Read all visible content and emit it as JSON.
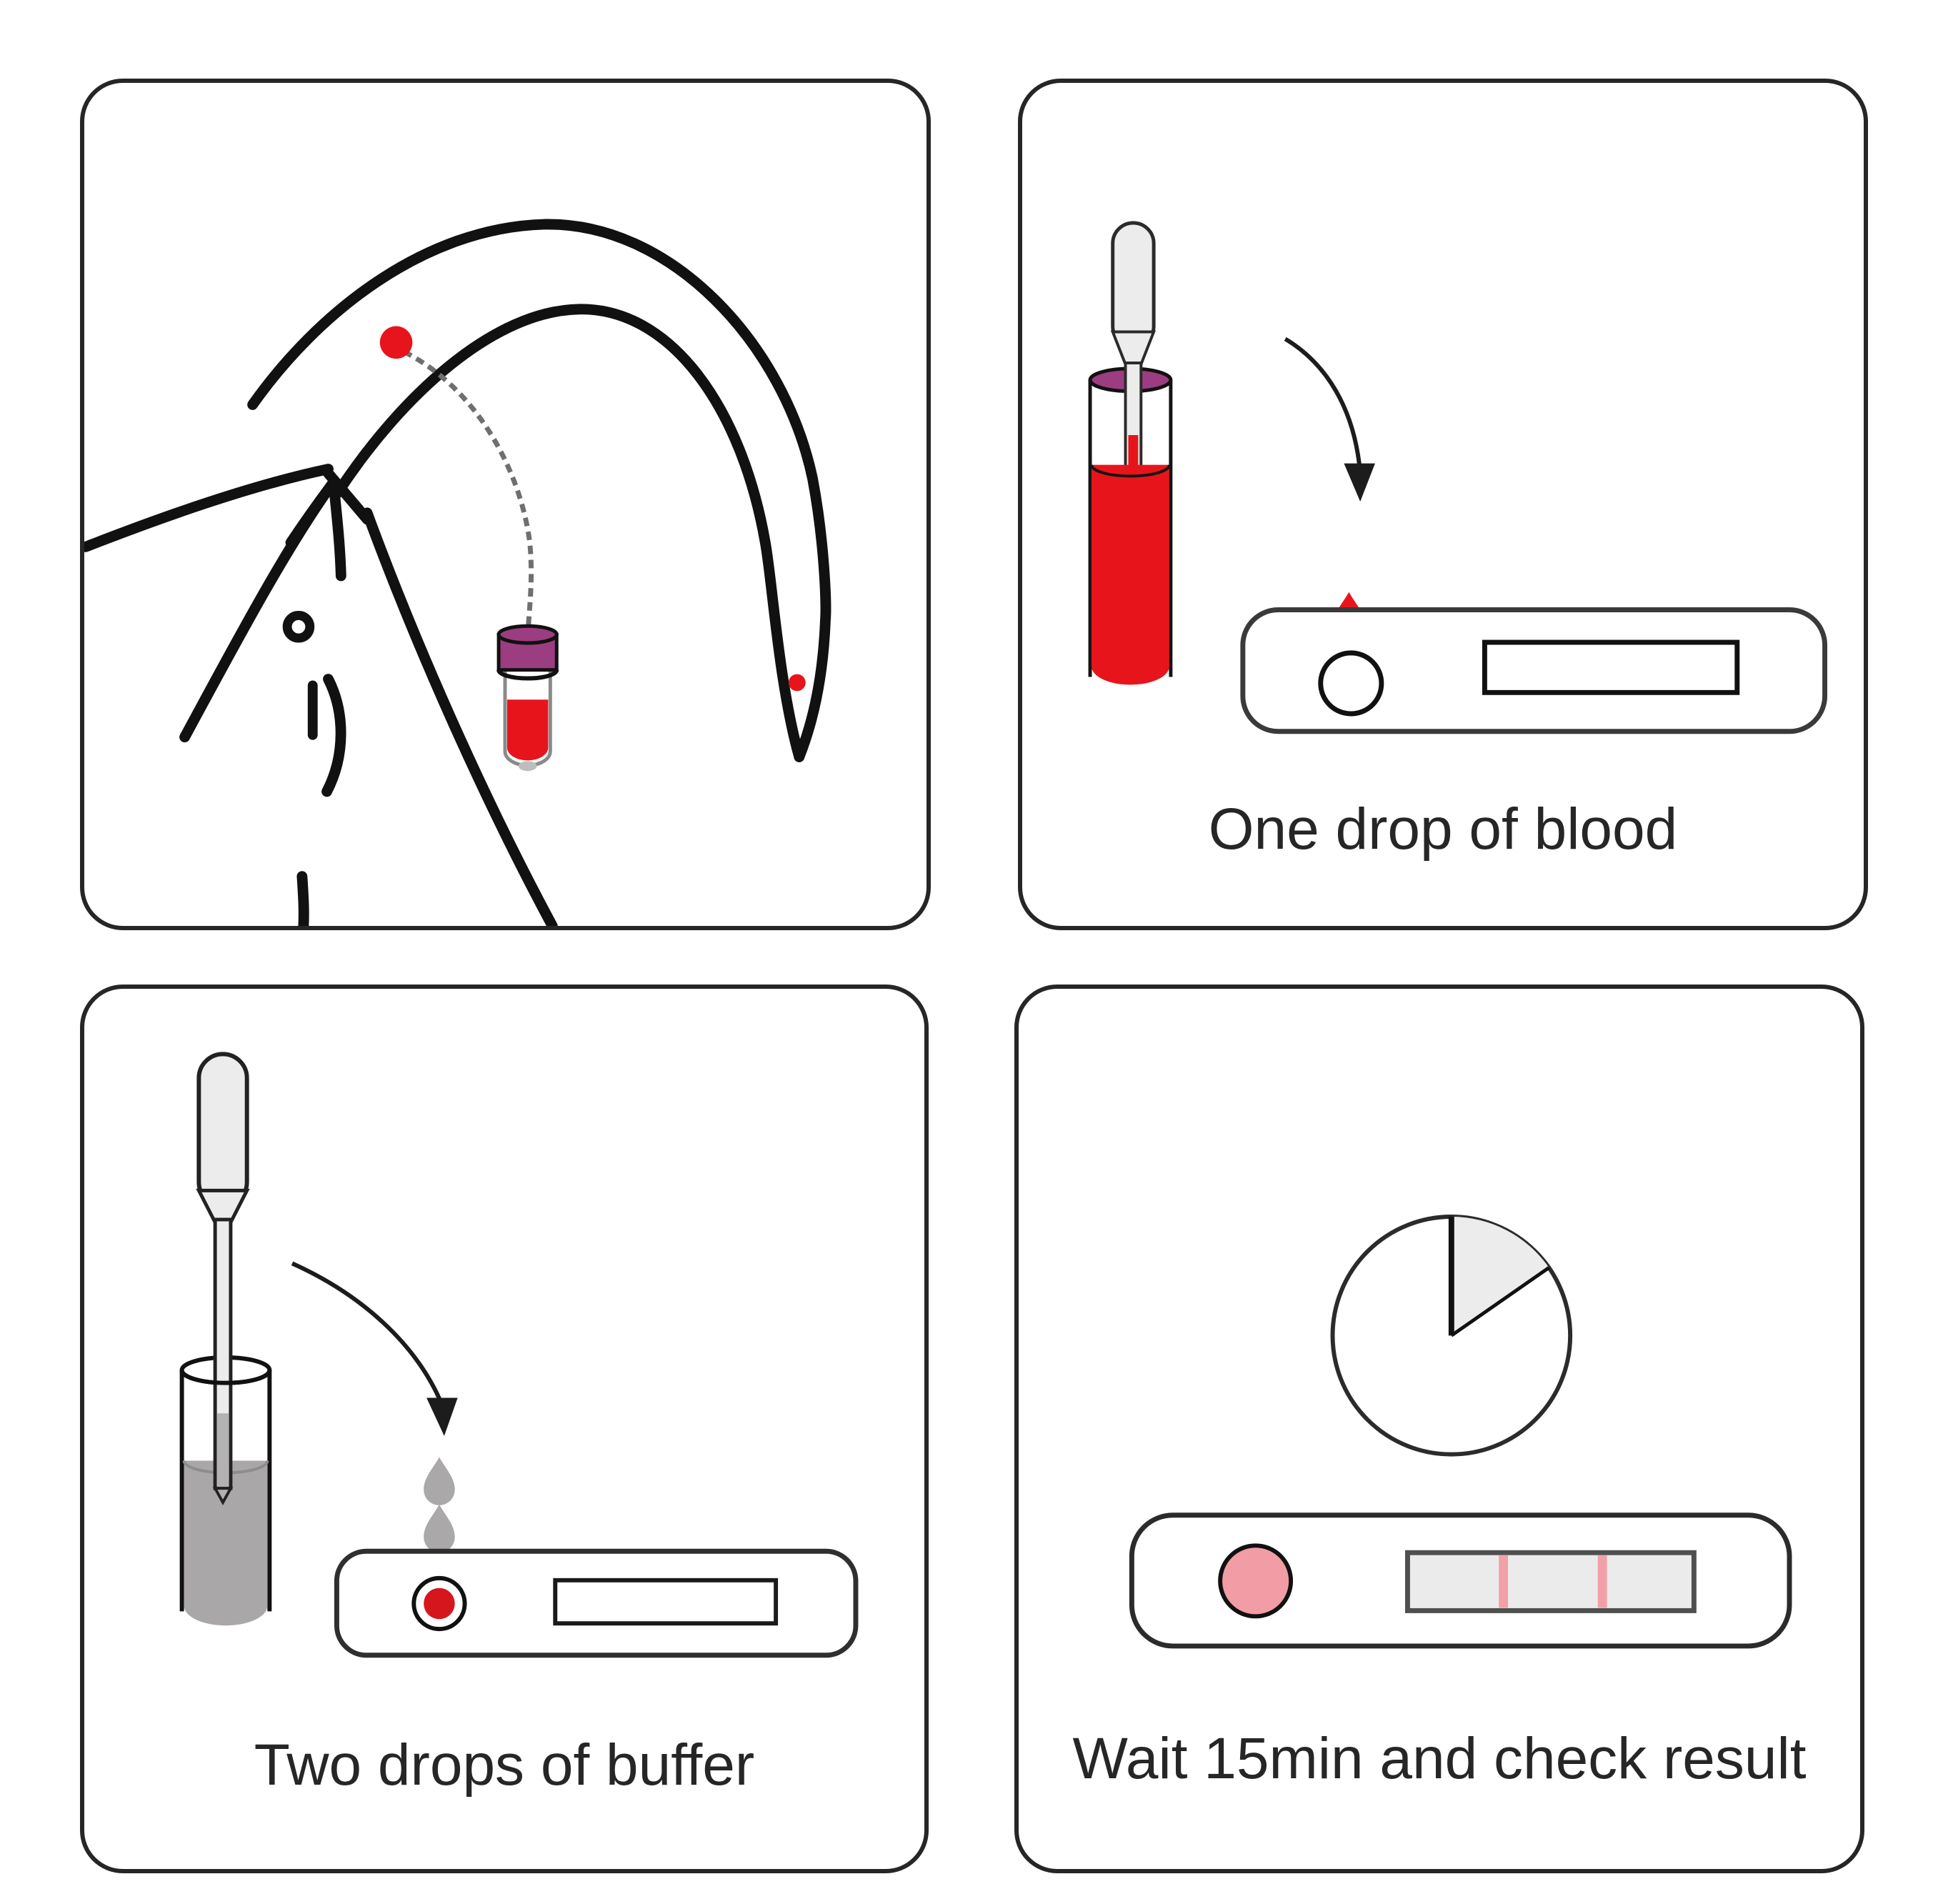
{
  "page": {
    "background": "#ffffff",
    "description": "Four-step rapid blood test instruction diagram"
  },
  "panels": [
    {
      "id": "step-1",
      "caption": "",
      "icons": [
        "arm-illustration",
        "puncture-site-dot",
        "capillary-tube",
        "blood-collection-tube",
        "elbow-blood-dot"
      ]
    },
    {
      "id": "step-2",
      "caption": "One drop of blood",
      "icons": [
        "dropper-pipette",
        "blood-tube-purple-rim",
        "curved-arrow",
        "blood-drop",
        "test-cassette",
        "sample-well",
        "result-window"
      ]
    },
    {
      "id": "step-3",
      "caption": "Two drops of buffer",
      "icons": [
        "dropper-pipette",
        "buffer-tube",
        "curved-arrow",
        "buffer-drops",
        "test-cassette",
        "sample-well-with-blood",
        "result-window"
      ]
    },
    {
      "id": "step-4",
      "caption": "Wait 15min and check result",
      "icons": [
        "timer-clock",
        "test-cassette",
        "pink-sample-well",
        "result-strip-two-lines"
      ]
    }
  ],
  "colors": {
    "blood_red": "#e8141c",
    "dark_red_dot": "#d6161d",
    "cap_purple": "#9b3d80",
    "pipette_gray": "#ececec",
    "buffer_gray": "#a9a7a8",
    "well_pink": "#f29ca5",
    "result_line_pink": "#f2a0a8",
    "strip_gray": "#ebebeb",
    "outline_black": "#111111",
    "panel_border": "#262626",
    "text": "#262626"
  }
}
